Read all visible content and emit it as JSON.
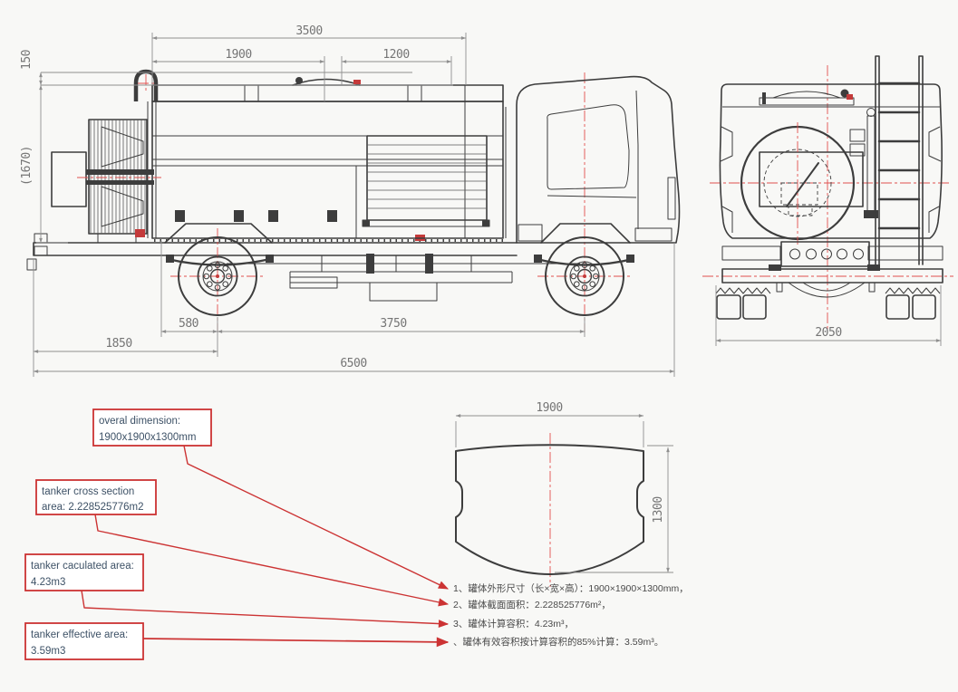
{
  "title": "tanker truck dimension drawing",
  "colors": {
    "outline": "#3d3d3d",
    "dimension": "#8f8f8f",
    "dimension_text": "#757575",
    "centerline_red": "#e04f4f",
    "callout_red": "#cc3333",
    "callout_text": "#3d5166",
    "background": "#f8f8f6"
  },
  "side_view": {
    "dims": {
      "tank_length": "3500",
      "tank_seg_left": "1900",
      "tank_seg_right": "1200",
      "handrail_height": "150",
      "body_height": "(1670)",
      "rear_axle_offset": "580",
      "wheelbase": "3750",
      "rear_overhang": "1850",
      "overall_length": "6500"
    }
  },
  "rear_view": {
    "dims": {
      "overall_width": "2050"
    }
  },
  "cross_section": {
    "dims": {
      "width": "1900",
      "height": "1300"
    }
  },
  "callouts": [
    {
      "line1": "overal dimension:",
      "line2": "1900x1900x1300mm"
    },
    {
      "line1": "tanker cross section",
      "line2": "area: 2.228525776m2"
    },
    {
      "line1": "tanker caculated area:",
      "line2": "4.23m3"
    },
    {
      "line1": "tanker effective area:",
      "line2": "3.59m3"
    }
  ],
  "notes": [
    {
      "text": "1、罐体外形尺寸（长×宽×高）：1900×1900×1300mm，"
    },
    {
      "text": "2、罐体截面面积：2.228525776m²，"
    },
    {
      "text": "3、罐体计算容积：4.23m³，"
    },
    {
      "text": "、罐体有效容积按计算容积的85%计算：3.59m³。"
    }
  ]
}
